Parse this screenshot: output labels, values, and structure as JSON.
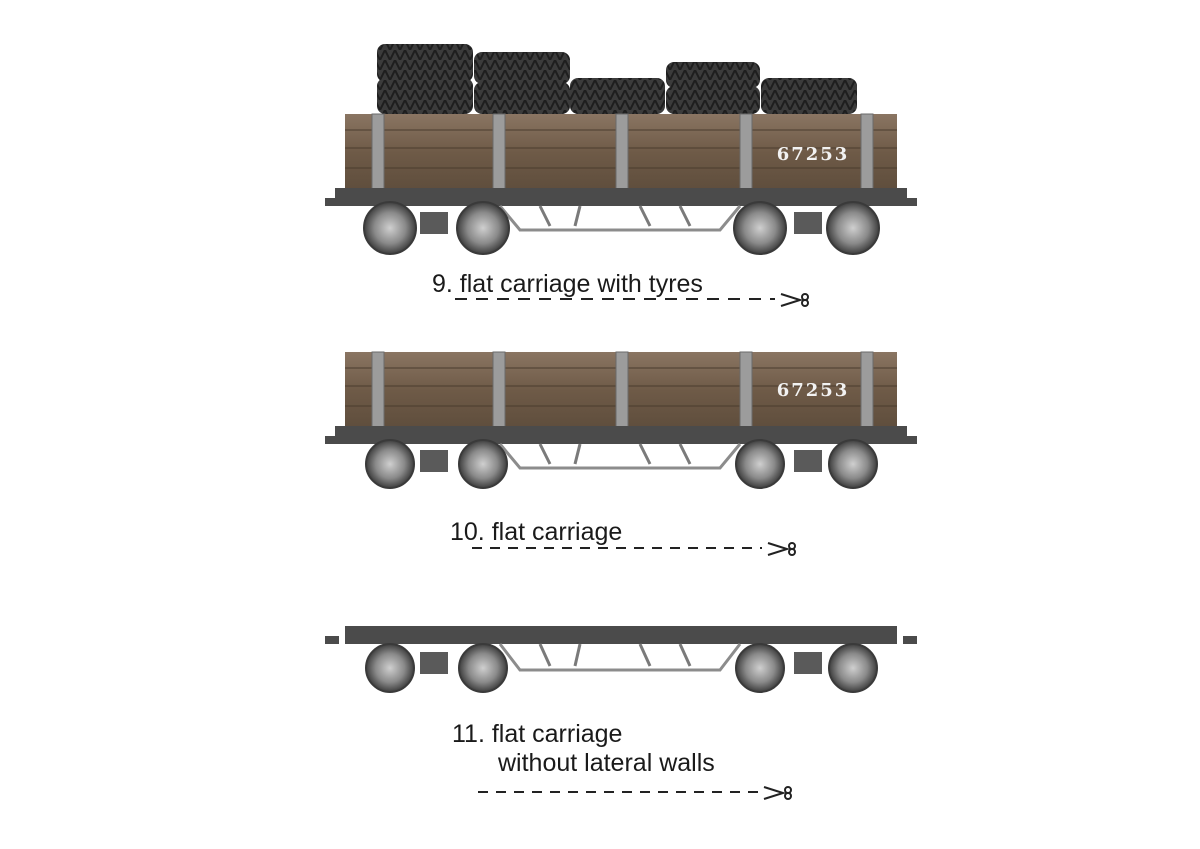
{
  "colors": {
    "wood_dark": "#5e4d3c",
    "wood_light": "#8a7562",
    "frame": "#4b4b4b",
    "stanchion": "#9a9a9a",
    "wheel": "#6a6a6a",
    "tyre": "#3a3a3a",
    "caption_text": "#1a1a1a",
    "wagon_number": "#f2f2f2"
  },
  "icons": [
    "scissors-icon"
  ],
  "wagons": [
    {
      "id": "9",
      "caption": [
        "9. flat  carriage with tyres"
      ],
      "number": "67253",
      "has_walls": true,
      "has_tyres": true
    },
    {
      "id": "10",
      "caption": [
        "10. flat  carriage"
      ],
      "number": "67253",
      "has_walls": true,
      "has_tyres": false
    },
    {
      "id": "11",
      "caption": [
        "11. flat carriage",
        "without lateral walls"
      ],
      "number": "",
      "has_walls": false,
      "has_tyres": false
    }
  ]
}
